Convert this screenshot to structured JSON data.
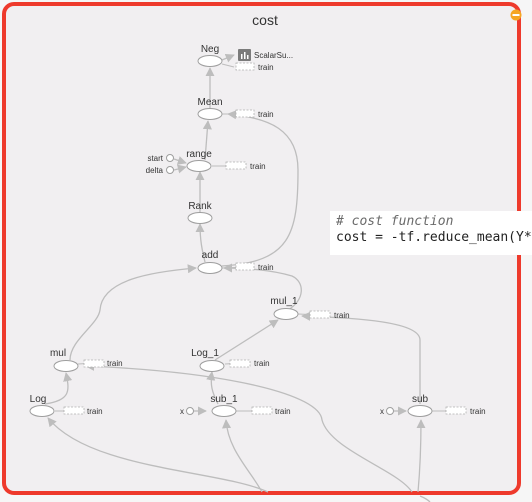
{
  "scope": {
    "title": "cost"
  },
  "nodes": {
    "neg": "Neg",
    "scalar_summary": "ScalarSu...",
    "mean": "Mean",
    "range": "range",
    "start": "start",
    "delta": "delta",
    "rank": "Rank",
    "add": "add",
    "mul_1": "mul_1",
    "mul": "mul",
    "log_1": "Log_1",
    "log": "Log",
    "sub_1": "sub_1",
    "sub": "sub",
    "x_left": "x",
    "x_right": "x",
    "train": "train"
  },
  "code": {
    "comment": "# cost function",
    "line": "cost = -tf.reduce_mean(Y*"
  },
  "colors": {
    "frame_border": "#ee3a2c",
    "frame_fill": "#f1eff1",
    "edge": "#bdbdbd",
    "collapse_button": "#f5a623"
  },
  "icons": {
    "collapse": "minus-circle-icon",
    "summary": "bar-chart-icon"
  }
}
